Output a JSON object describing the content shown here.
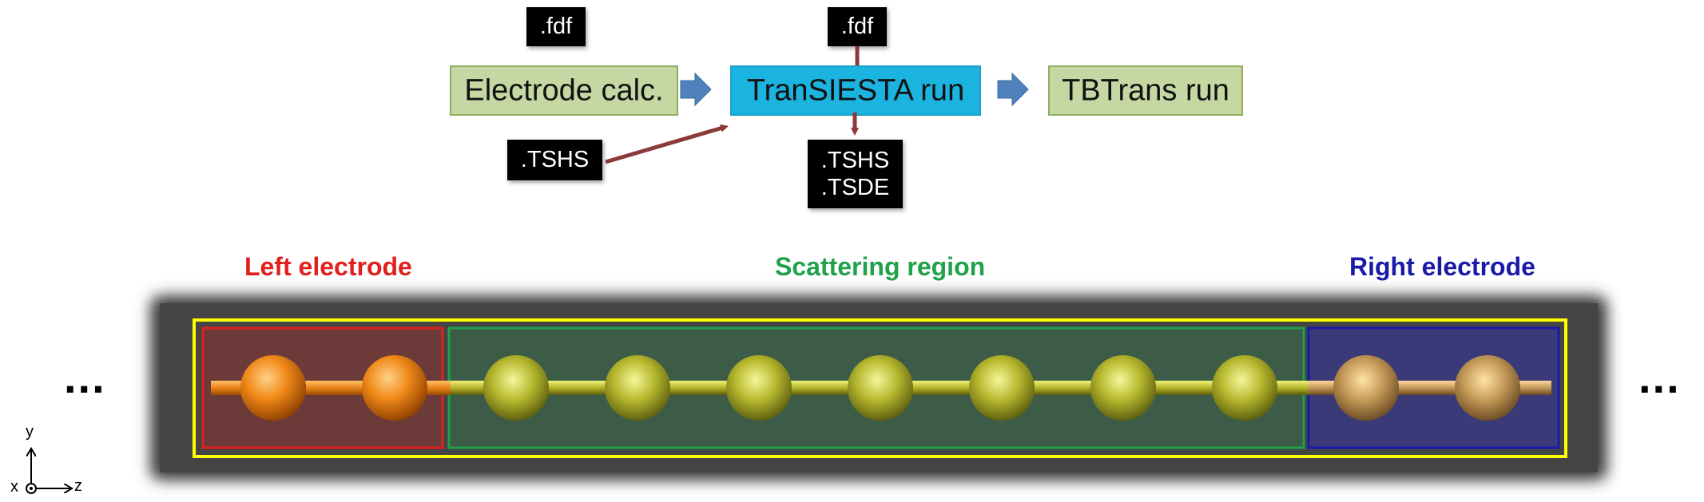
{
  "workflow": {
    "electrode_calc": "Electrode calc.",
    "transiesta_run": "TranSIESTA run",
    "tbtrans_run": "TBTrans run",
    "fdf_left": ".fdf",
    "fdf_center": ".fdf",
    "tshs_input": ".TSHS",
    "output_tshs": ".TSHS",
    "output_tsde": ".TSDE"
  },
  "regions": {
    "left": "Left electrode",
    "scattering": "Scattering region",
    "right": "Right electrode",
    "left_color": "#e0201c",
    "scattering_color": "#1fa24a",
    "right_color": "#1a1aa8"
  },
  "ellipsis_left": "...",
  "ellipsis_right": "...",
  "axes": {
    "y": "y",
    "x": "x",
    "z": "z"
  },
  "colors": {
    "arrow_red": "#8b3a3a",
    "arrow_blue": "#4f81bd",
    "highlight_yellow": "#ffff00"
  }
}
